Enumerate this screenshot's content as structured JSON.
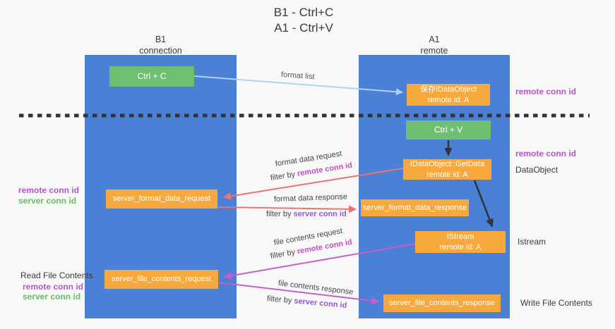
{
  "title": {
    "line1": "B1 - Ctrl+C",
    "line2": "A1 - Ctrl+V"
  },
  "lanes": {
    "left": {
      "name": "B1",
      "subtitle": "connection"
    },
    "right": {
      "name": "A1",
      "subtitle": "remote"
    }
  },
  "nodes": {
    "ctrl_c": {
      "label": "Ctrl + C"
    },
    "ctrl_v": {
      "label": "Ctrl + V"
    },
    "save_idataobject": {
      "line1": "保存IDataObject",
      "line2": "remote id: A"
    },
    "getdata": {
      "line1": "IDataObject::GetData",
      "line2": "remote id: A"
    },
    "istream": {
      "line1": "IStream",
      "line2": "remote id: A"
    },
    "format_request": {
      "label": "server_format_data_request"
    },
    "format_response": {
      "label": "server_format_data_response"
    },
    "file_request": {
      "label": "server_file_contents_request"
    },
    "file_response": {
      "label": "server_file_contents_response"
    }
  },
  "arrows": {
    "format_list": {
      "label": "format list"
    },
    "format_request": {
      "label": "format data request",
      "filter_prefix": "filter by ",
      "filter_key": "remote conn id"
    },
    "format_response": {
      "label": "format data response",
      "filter_prefix": "filter by ",
      "filter_key": "server conn id"
    },
    "file_request": {
      "label": "file contents request",
      "filter_prefix": "filter by ",
      "filter_key": "remote conn id"
    },
    "file_response": {
      "label": "file contents response",
      "filter_prefix": "filter by ",
      "filter_key": "server conn id"
    }
  },
  "side_labels": {
    "remote_conn_id_top_right": "remote conn id",
    "remote_conn_id_mid_right": "remote conn id",
    "dataobject": "DataObject",
    "istream": "Istream",
    "write_file_contents": "Write File Contents",
    "read_file_contents": "Read File Contents",
    "remote_conn_id_left": "remote conn id",
    "server_conn_id_left": "server conn id",
    "remote_conn_id_bottom_left": "remote conn id",
    "server_conn_id_bottom_left": "server conn id"
  },
  "colors": {
    "lane_blue": "#4a80d6",
    "node_green": "#6fbf72",
    "node_orange": "#f8a93e",
    "arrow_red": "#ec7373",
    "arrow_magenta": "#c75fc7",
    "arrow_light_blue": "#aad4f0",
    "arrow_black": "#333333",
    "label_purple": "#b357c6",
    "label_green": "#5fbf63",
    "emphasis_magenta": "#c24fc2",
    "emphasis_violet": "#9a55d6"
  }
}
